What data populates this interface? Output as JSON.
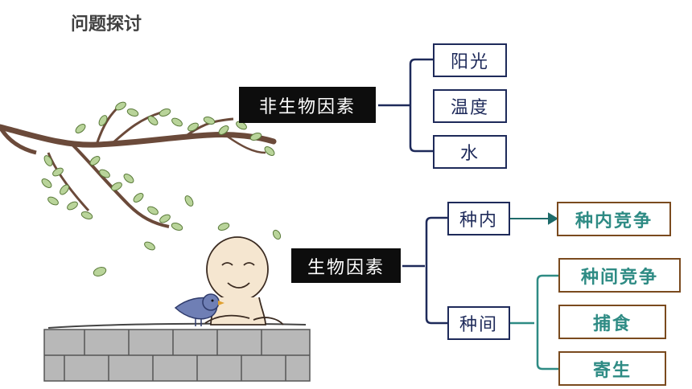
{
  "header": {
    "title": "问题探讨"
  },
  "diagram": {
    "abiotic": {
      "label": "非生物因素",
      "children": [
        "阳光",
        "温度",
        "水"
      ]
    },
    "biotic": {
      "label": "生物因素",
      "intra": {
        "label": "种内",
        "result": "种内竞争"
      },
      "inter": {
        "label": "种间",
        "results": [
          "种间竞争",
          "捕食",
          "寄生"
        ]
      }
    }
  },
  "colors": {
    "navy": "#1e2a5a",
    "teal": "#2e8b84",
    "brown": "#7a4a1e",
    "black": "#0d0d0d"
  }
}
